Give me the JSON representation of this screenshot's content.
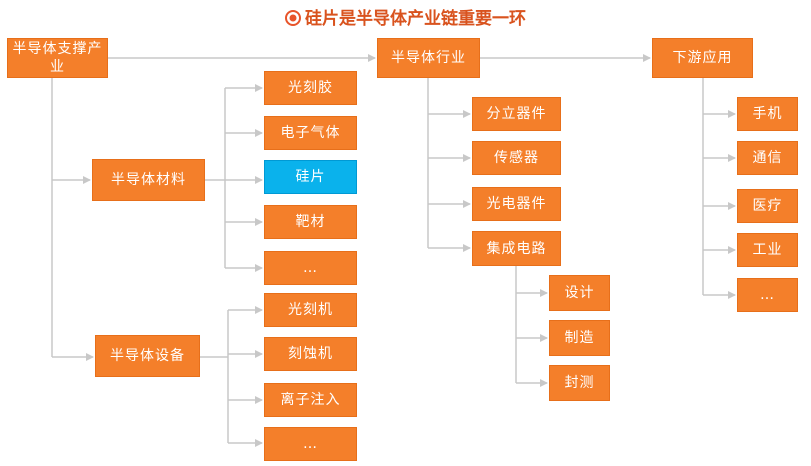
{
  "title": "硅片是半导体产业链重要一环",
  "colors": {
    "node": "#f47f2a",
    "highlight": "#0ab2ec",
    "line": "#c8c8c8",
    "title": "#d9531e"
  },
  "nodes": {
    "support": "半导体支撑产业",
    "industry": "半导体行业",
    "downstream": "下游应用",
    "materials": "半导体材料",
    "equipment": "半导体设备",
    "materials_items": [
      "光刻胶",
      "电子气体",
      "硅片",
      "靶材",
      "…"
    ],
    "equipment_items": [
      "光刻机",
      "刻蚀机",
      "离子注入",
      "…"
    ],
    "industry_items": [
      "分立器件",
      "传感器",
      "光电器件",
      "集成电路"
    ],
    "ic_items": [
      "设计",
      "制造",
      "封测"
    ],
    "downstream_items": [
      "手机",
      "通信",
      "医疗",
      "工业",
      "…"
    ]
  }
}
